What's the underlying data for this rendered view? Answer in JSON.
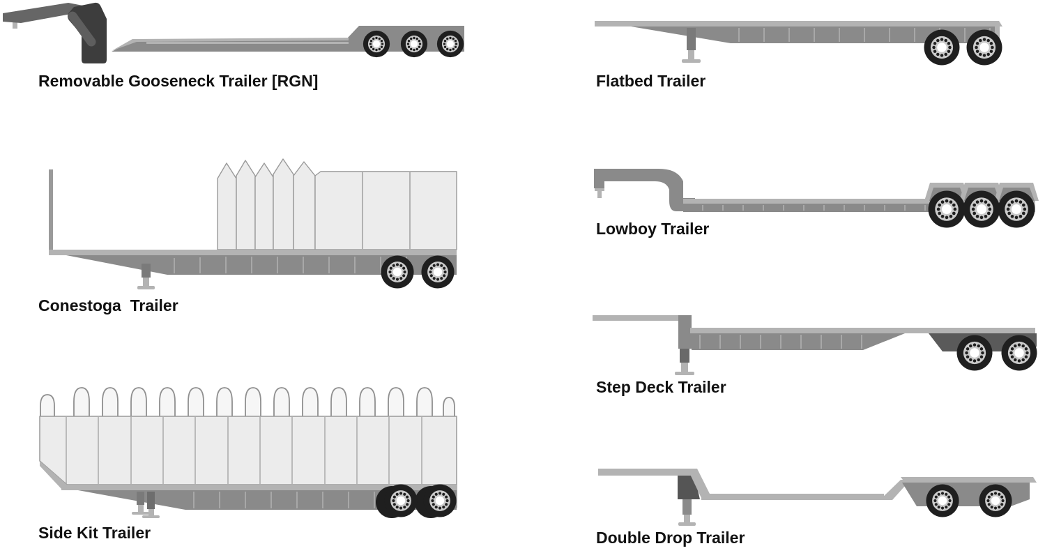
{
  "page": {
    "background_color": "#ffffff"
  },
  "palette": {
    "label_color": "#111111",
    "deck_light_gray": "#b3b3b3",
    "deck_medium_gray": "#8a8a8a",
    "deck_dark_gray": "#6e6e6e",
    "frame_dark_gray": "#5a5a5a",
    "gooseneck_charcoal": "#3d3d3d",
    "tire_black": "#1f1f1f",
    "hub_gray": "#cbcbcb",
    "hub_center_white": "#ffffff",
    "tarp_fill": "#ececec",
    "tarp_outline": "#9a9a9a"
  },
  "trailers": [
    {
      "id": "rgn",
      "label": "Removable Gooseneck Trailer [RGN]",
      "axles": 3
    },
    {
      "id": "flatbed",
      "label": "Flatbed Trailer",
      "axles": 2
    },
    {
      "id": "conestoga",
      "label": "Conestoga  Trailer",
      "axles": 2
    },
    {
      "id": "lowboy",
      "label": "Lowboy Trailer",
      "axles": 3
    },
    {
      "id": "side_kit",
      "label": "Side Kit Trailer",
      "axles": 2
    },
    {
      "id": "step_deck",
      "label": "Step Deck Trailer",
      "axles": 2
    },
    {
      "id": "double_drop",
      "label": "Double Drop Trailer",
      "axles": 2
    }
  ]
}
